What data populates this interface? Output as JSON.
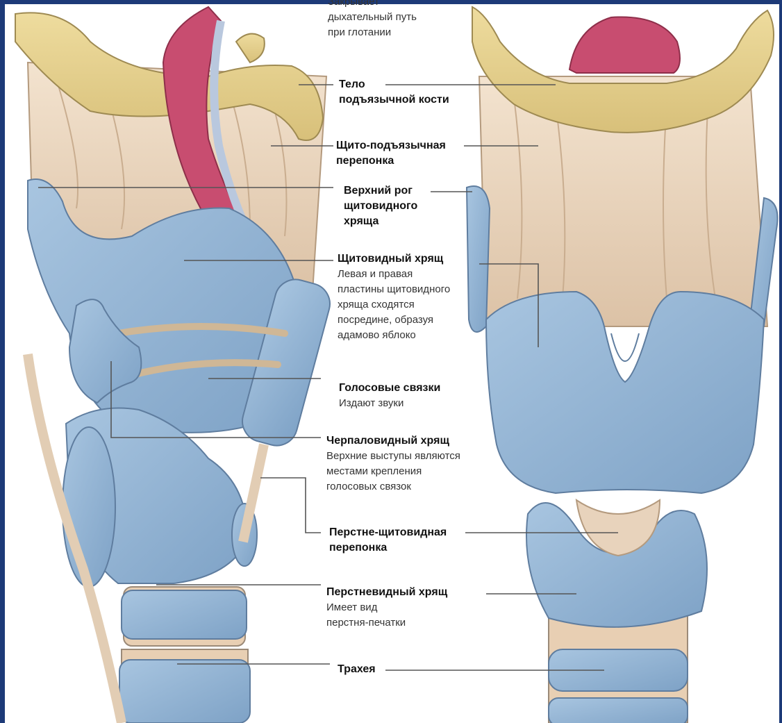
{
  "labels": {
    "epiglottis": {
      "desc": "Закрывает\nдыхательный путь\nпри глотании"
    },
    "hyoid_body": {
      "title": "Тело\nподъязычной кости"
    },
    "thyrohyoid_membrane": {
      "title": "Щито-подъязычная\nперепонка"
    },
    "superior_horn": {
      "title": "Верхний рог\nщитовидного\nхряща"
    },
    "thyroid_cartilage": {
      "title": "Щитовидный хрящ",
      "desc": "Левая и правая\nпластины щитовидного\nхряща сходятся\nпосредине, образуя\nадамово яблоко"
    },
    "vocal_cords": {
      "title": "Голосовые связки",
      "desc": "Издают звуки"
    },
    "arytenoid_cartilage": {
      "title": "Черпаловидный хрящ",
      "desc": "Верхние выступы являются\nместами крепления\nголосовых связок"
    },
    "cricothyroid_membrane": {
      "title": "Перстне-щитовидная\nперепонка"
    },
    "cricoid_cartilage": {
      "title": "Перстневидный хрящ",
      "desc": "Имеет вид\nперстня-печатки"
    },
    "trachea": {
      "title": "Трахея"
    }
  },
  "colors": {
    "bone": "#e3cf8f",
    "cartilage": "#8fb2d3",
    "membrane": "#ecd7bf",
    "epiglottis": "#c84d70",
    "frame": "#1d3a78"
  }
}
